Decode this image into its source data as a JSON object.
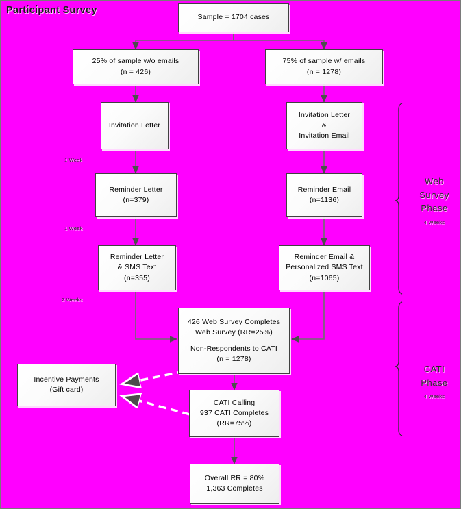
{
  "diagram": {
    "title": "Participant Survey",
    "background_color": "#FF00FF",
    "node_fill": "#f2f2f2",
    "node_border": "#404040",
    "solid_arrow_color": "#4d4d4d",
    "dashed_arrow_color": "#ffffff"
  },
  "nodes": {
    "sample": {
      "line1": "Sample = 1704 cases"
    },
    "no_emails": {
      "line1": "25% of sample w/o emails",
      "line2": "(n = 426)"
    },
    "with_emails": {
      "line1": "75% of sample w/ emails",
      "line2": "(n = 1278)"
    },
    "invitation_letter": {
      "line1": "Invitation Letter"
    },
    "invitation_letter_email": {
      "line1": "Invitation Letter",
      "line2": "&",
      "line3": "Invitation Email"
    },
    "reminder_letter": {
      "line1": "Reminder Letter",
      "line2": "(n=379)"
    },
    "reminder_email": {
      "line1": "Reminder Email",
      "line2": "(n=1136)"
    },
    "reminder_letter_sms": {
      "line1": "Reminder Letter",
      "line2": "& SMS Text",
      "line3": "(n=355)"
    },
    "reminder_email_sms": {
      "line1": "Reminder Email &",
      "line2": "Personalized SMS Text",
      "line3": "(n=1065)"
    },
    "web_completes": {
      "line1": "426 Web Survey Completes",
      "line2": "Web Survey (RR=25%)",
      "line3": "Non-Respondents to CATI",
      "line4": "(n = 1278)"
    },
    "incentive": {
      "line1": "Incentive Payments",
      "line2": "(Gift card)"
    },
    "cati_calling": {
      "line1": "CATI Calling",
      "line2": "937 CATI Completes",
      "line3": "(RR=75%)"
    },
    "overall": {
      "line1": "Overall RR = 80%",
      "line2": "1,363 Completes"
    }
  },
  "interval_labels": {
    "week_1_a": "1 Week",
    "week_1_b": "1 Week",
    "week_2": "2 Weeks"
  },
  "phases": [
    {
      "name": "web-survey-phase",
      "line1": "Web",
      "line2": "Survey",
      "line3": "Phase",
      "duration": "4 Weeks"
    },
    {
      "name": "cati-phase",
      "line1": "CATI",
      "line2": "Phase",
      "duration": "4 Weeks"
    }
  ]
}
